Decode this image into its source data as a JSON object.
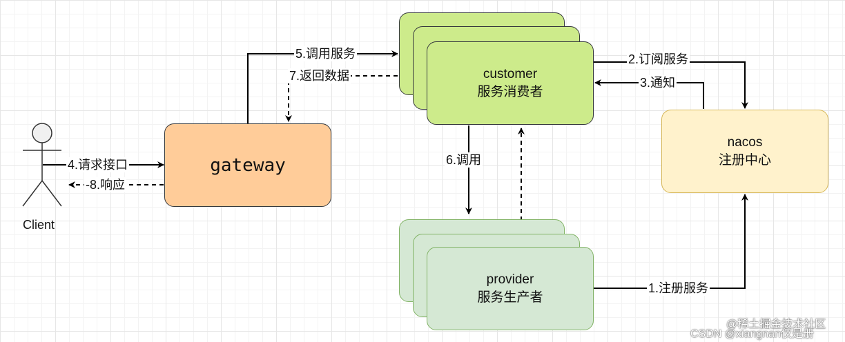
{
  "nodes": {
    "customer": {
      "line1": "customer",
      "line2": "服务消费者"
    },
    "provider": {
      "line1": "provider",
      "line2": "服务生产者"
    },
    "gateway": {
      "label": "gateway"
    },
    "nacos": {
      "line1": "nacos",
      "line2": "注册中心"
    },
    "client": {
      "label": "Client"
    }
  },
  "edges": {
    "e1": "1.注册服务",
    "e2": "2.订阅服务",
    "e3": "3.通知",
    "e4": "4.请求接口",
    "e5": "5.调用服务",
    "e6": "6.调用",
    "e7": "7.返回数据",
    "e8": "-8.响应"
  },
  "watermark": {
    "line1": "@稀土掘金技术社区",
    "line2": "CSDN @xiangnan仅是册"
  },
  "colors": {
    "customer_fill": "#cdeb8b",
    "provider_fill": "#d5e8d4",
    "gateway_fill": "#ffcc99",
    "nacos_fill": "#fff2cc",
    "nacos_stroke": "#d6b656",
    "edge": "#000000"
  }
}
